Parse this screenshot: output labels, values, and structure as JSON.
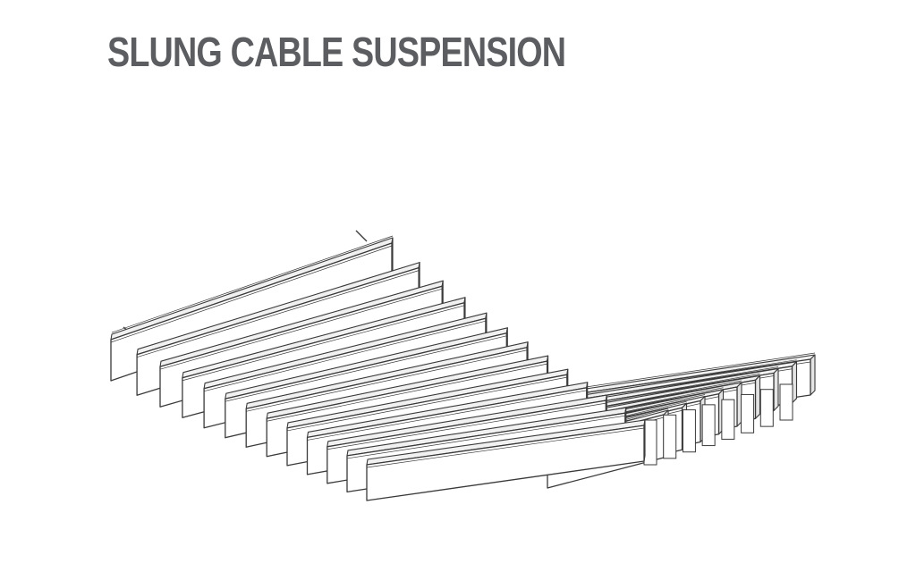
{
  "header": {
    "title": "SLUNG CABLE SUSPENSION"
  },
  "colors": {
    "title": "#5b5d60",
    "stroke": "#3a3a3a",
    "panel_face": "#ffffff",
    "panel_top": "#f1f1f1"
  },
  "diagram": {
    "subject": "suspended baffle panels in a slung cable curve",
    "left_wing_panels": 13,
    "right_wing_panels": 9
  }
}
